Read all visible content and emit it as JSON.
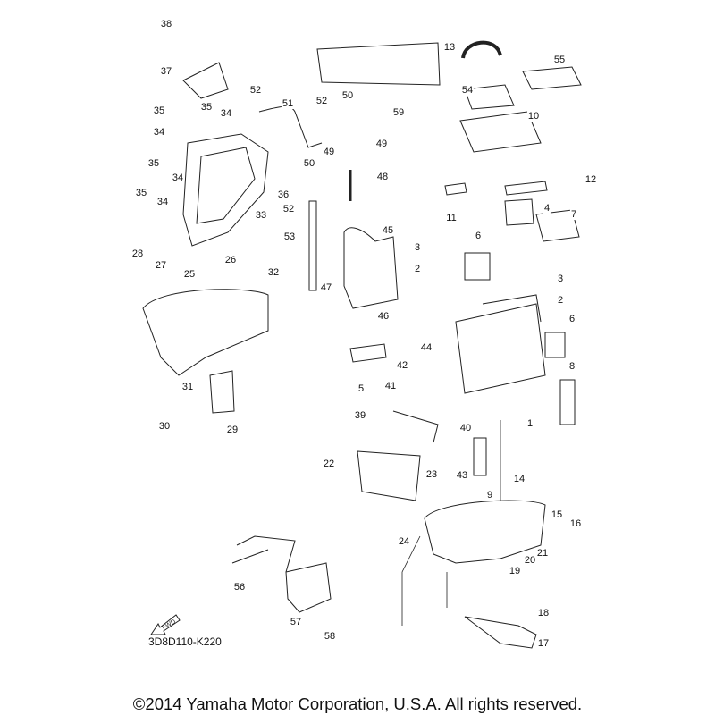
{
  "diagram": {
    "code": "3D8D110-K220",
    "fwd_label": "FWD",
    "copyright": "©2014 Yamaha Motor Corporation, U.S.A. All rights reserved.",
    "callouts": [
      "38",
      "37",
      "52",
      "51",
      "52",
      "50",
      "59",
      "13",
      "55",
      "54",
      "10",
      "35",
      "35",
      "34",
      "34",
      "49",
      "35",
      "34",
      "36",
      "50",
      "49",
      "48",
      "12",
      "35",
      "34",
      "52",
      "11",
      "4",
      "7",
      "33",
      "53",
      "45",
      "6",
      "3",
      "3",
      "2",
      "2",
      "28",
      "27",
      "26",
      "25",
      "32",
      "47",
      "46",
      "6",
      "44",
      "42",
      "5",
      "8",
      "41",
      "31",
      "39",
      "40",
      "1",
      "30",
      "29",
      "22",
      "23",
      "43",
      "9",
      "14",
      "24",
      "15",
      "16",
      "21",
      "20",
      "19",
      "56",
      "57",
      "18",
      "17",
      "58"
    ]
  }
}
